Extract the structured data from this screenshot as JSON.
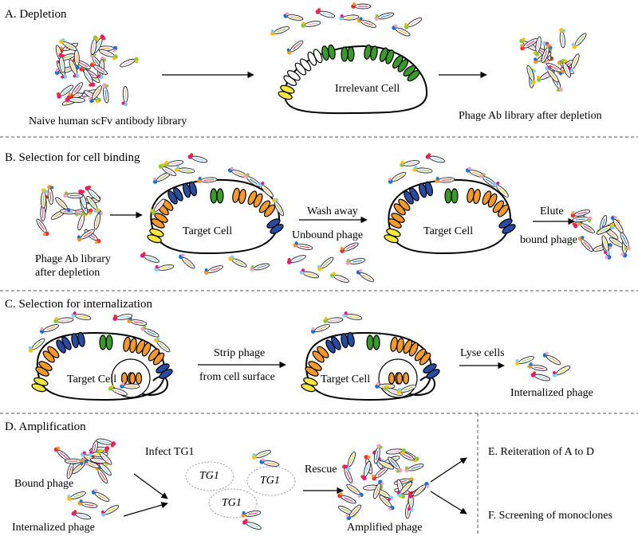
{
  "sections": {
    "a": {
      "title": "A.  Depletion",
      "library_label": "Naive human scFv antibody library",
      "cell_label": "Irrelevant Cell",
      "after_label": "Phage Ab library after depletion"
    },
    "b": {
      "title": "B.  Selection for cell binding",
      "library_label_1": "Phage Ab library",
      "library_label_2": "after depletion",
      "cell_label": "Target Cell",
      "wash_label_1": "Wash away",
      "wash_label_2": "Unbound phage",
      "cell_label_2": "Target Cell",
      "elute_label_1": "Elute",
      "elute_label_2": "bound phage"
    },
    "c": {
      "title": "C.  Selection for internalization",
      "cell_label": "Target Cell",
      "strip_label_1": "Strip phage",
      "strip_label_2": "from cell surface",
      "cell_label_2": "Target Cell",
      "lyse_label": "Lyse cells",
      "internalized_label": "Internalized phage"
    },
    "d": {
      "title": "D.  Amplification",
      "bound_label": "Bound phage",
      "internalized_label": "Internalized phage",
      "infect_label": "Infect TG1",
      "tg1_labels": [
        "TG1",
        "TG1",
        "TG1"
      ],
      "rescue_label": "Rescue",
      "amplified_label": "Amplified phage"
    },
    "e": {
      "title": "E.  Reiteration of A to D"
    },
    "f": {
      "title": "F.  Screening of monoclones"
    }
  },
  "colors": {
    "green_receptor": "#3a9a2a",
    "blue_receptor": "#2a4a9e",
    "orange_receptor": "#f39a2a",
    "yellow_receptor": "#f5e640",
    "tip_colors": [
      "#f5c400",
      "#1f6fd1",
      "#e8197a",
      "#8cc63e",
      "#f39a2a",
      "#7fd0f0",
      "#f5a0c0",
      "#e83030"
    ]
  }
}
